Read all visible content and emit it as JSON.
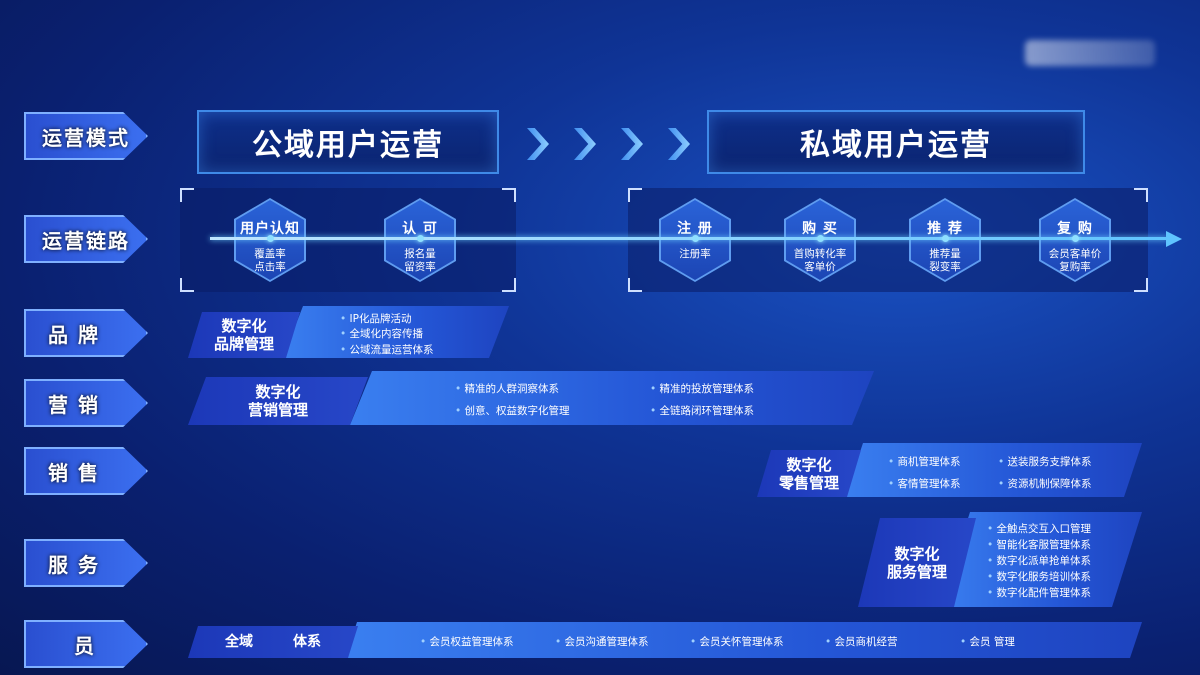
{
  "watermark": "watermark",
  "row_labels": [
    "运营模式",
    "运营链路",
    "品牌",
    "营销",
    "销售",
    "服务",
    "员"
  ],
  "modes": {
    "public": "公域用户运营",
    "private": "私域用户运营"
  },
  "chain": [
    {
      "title": "用户认知",
      "m1": "覆盖率",
      "m2": "点击率"
    },
    {
      "title": "认 可",
      "m1": "报名量",
      "m2": "留资率"
    },
    {
      "title": "注 册",
      "m1": "注册率",
      "m2": ""
    },
    {
      "title": "购 买",
      "m1": "首购转化率",
      "m2": "客单价"
    },
    {
      "title": "推 荐",
      "m1": "推荐量",
      "m2": "裂变率"
    },
    {
      "title": "复 购",
      "m1": "会员客单价",
      "m2": "复购率"
    }
  ],
  "brand": {
    "l1": "数字化",
    "l2": "品牌管理",
    "items": [
      "IP化品牌活动",
      "全域化内容传播",
      "公域流量运营体系"
    ]
  },
  "marketing": {
    "l1": "数字化",
    "l2": "营销管理",
    "items": [
      "精准的人群洞察体系",
      "创意、权益数字化管理",
      "精准的投放管理体系",
      "全链路闭环管理体系"
    ]
  },
  "sales": {
    "l1": "数字化",
    "l2": "零售管理",
    "items": [
      "商机管理体系",
      "客情管理体系",
      "送装服务支撑体系",
      "资源机制保障体系"
    ]
  },
  "service": {
    "l1": "数字化",
    "l2": "服务管理",
    "items": [
      "全触点交互入口管理",
      "智能化客服管理体系",
      "数字化派单抢单体系",
      "数字化服务培训体系",
      "数字化配件管理体系"
    ]
  },
  "member": {
    "l1": "全域",
    "l2": "体系",
    "items": [
      "会员权益管理体系",
      "会员沟通管理体系",
      "会员关怀管理体系",
      "会员商机经营",
      "会员 管理"
    ]
  }
}
